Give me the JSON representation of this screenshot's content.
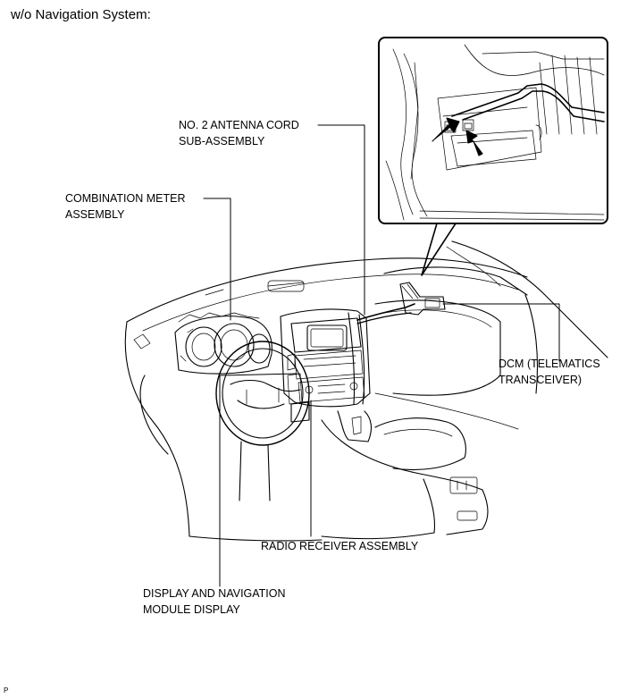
{
  "page": {
    "title": "w/o Navigation System:",
    "corner_mark": "P"
  },
  "callouts": [
    {
      "id": "antenna",
      "lines": [
        "NO. 2 ANTENNA CORD",
        "SUB-ASSEMBLY"
      ]
    },
    {
      "id": "meter",
      "lines": [
        "COMBINATION METER",
        "ASSEMBLY"
      ]
    },
    {
      "id": "dcm",
      "lines": [
        "DCM (TELEMATICS",
        "TRANSCEIVER)"
      ]
    },
    {
      "id": "radio",
      "lines": [
        "RADIO RECEIVER ASSEMBLY"
      ]
    },
    {
      "id": "display",
      "lines": [
        "DISPLAY AND NAVIGATION",
        "MODULE DISPLAY"
      ]
    }
  ]
}
